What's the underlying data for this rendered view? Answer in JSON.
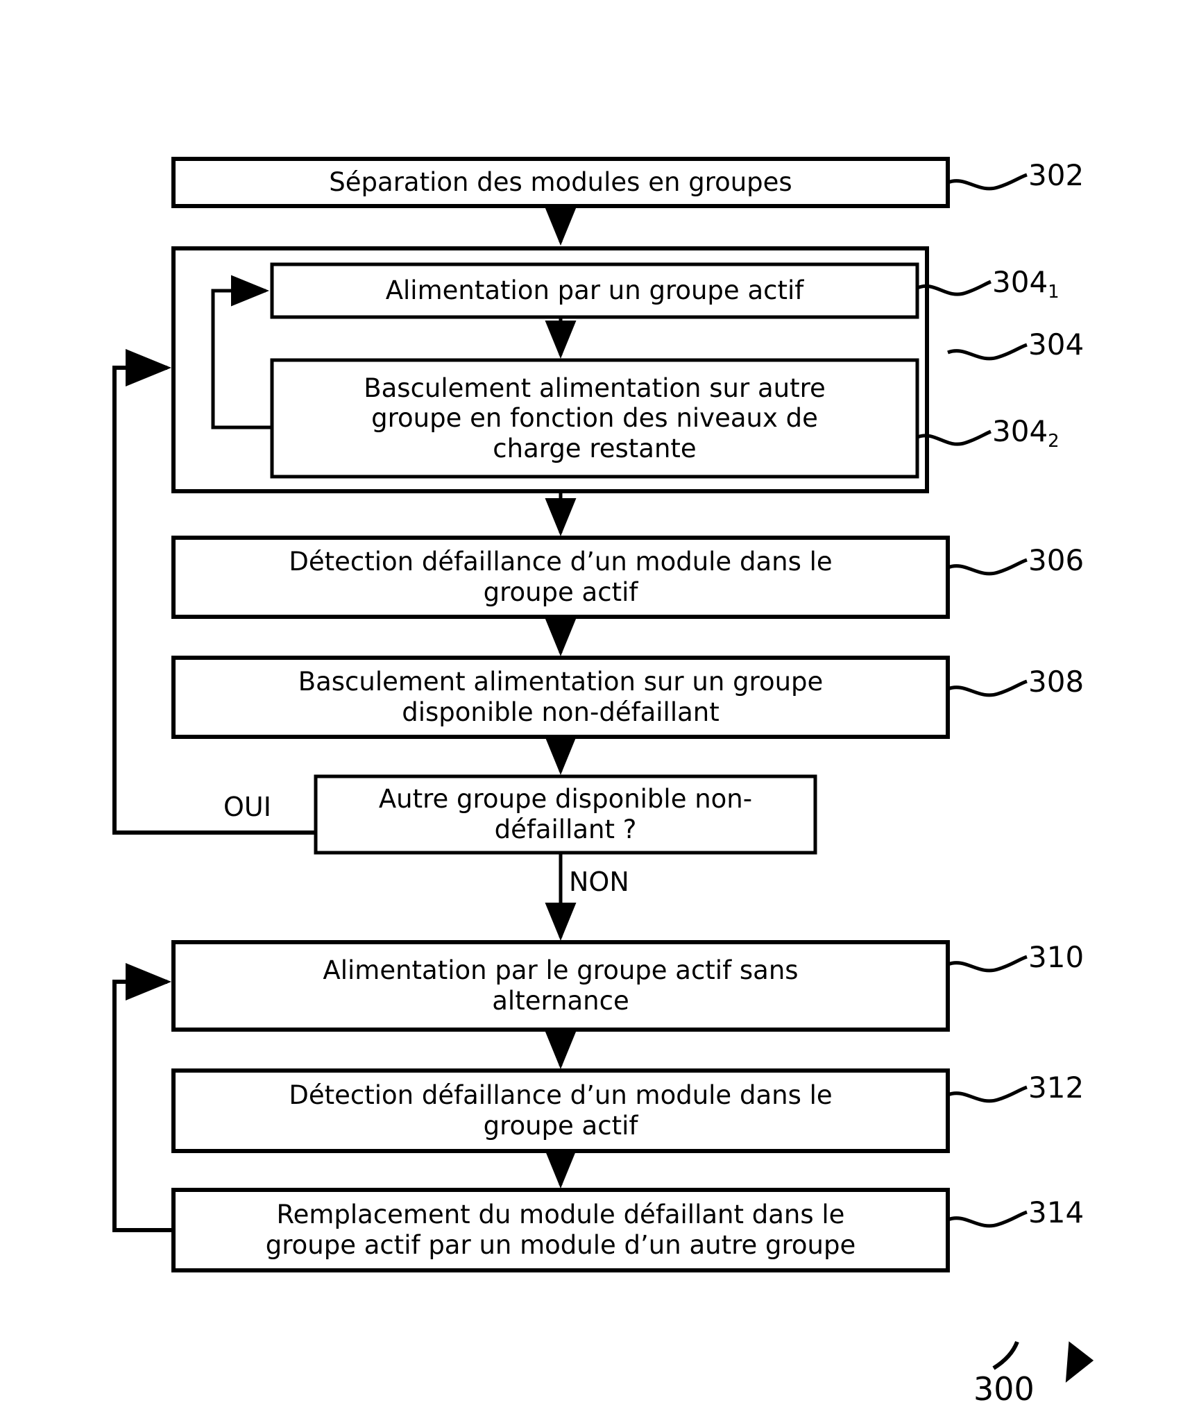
{
  "figure": {
    "id_label": "300",
    "kind": "patent-flowchart",
    "language": "fr",
    "stroke_color": "#000000",
    "background_color": "#ffffff"
  },
  "boxes": [
    {
      "ref": "302",
      "text": "Séparation des modules en groupes"
    },
    {
      "ref": "304₁",
      "ref_num": "304",
      "ref_sub": "1",
      "text": "Alimentation par un groupe actif"
    },
    {
      "ref": "304₂",
      "ref_num": "304",
      "ref_sub": "2",
      "text": "Basculement alimentation sur autre groupe en fonction des niveaux de charge restante"
    },
    {
      "ref": "304",
      "text": ""
    },
    {
      "ref": "306",
      "text": "Détection défaillance d’un module dans le groupe actif"
    },
    {
      "ref": "308",
      "text": "Basculement alimentation sur un groupe disponible non-défaillant"
    },
    {
      "ref": "",
      "text": "Autre groupe disponible non-défaillant ?"
    },
    {
      "ref": "310",
      "text": "Alimentation par le groupe actif sans alternance"
    },
    {
      "ref": "312",
      "text": "Détection défaillance d’un module dans le groupe actif"
    },
    {
      "ref": "314",
      "text": "Remplacement du module défaillant dans le groupe actif par un module d’un autre groupe"
    }
  ],
  "refs": {
    "r302": "302",
    "r304_1_num": "304",
    "r304_1_sub": "1",
    "r304": "304",
    "r304_2_num": "304",
    "r304_2_sub": "2",
    "r306": "306",
    "r308": "308",
    "r310": "310",
    "r312": "312",
    "r314": "314",
    "r300": "300"
  },
  "edge_labels": {
    "yes": "OUI",
    "no": "NON"
  },
  "box_text": {
    "b302": "Séparation des modules en groupes",
    "b304_1": "Alimentation par un groupe actif",
    "b304_2": "Basculement alimentation sur autre\ngroupe en fonction des niveaux de\ncharge restante",
    "b306": "Détection défaillance d’un module dans le\ngroupe actif",
    "b308": "Basculement alimentation sur un groupe\ndisponible non-défaillant",
    "b_decision": "Autre groupe disponible non-\ndéfaillant ?",
    "b310": "Alimentation par le groupe actif sans\nalternance",
    "b312": "Détection défaillance d’un module dans le\ngroupe actif",
    "b314": "Remplacement du module défaillant dans le\ngroupe actif par un module d’un autre groupe"
  }
}
